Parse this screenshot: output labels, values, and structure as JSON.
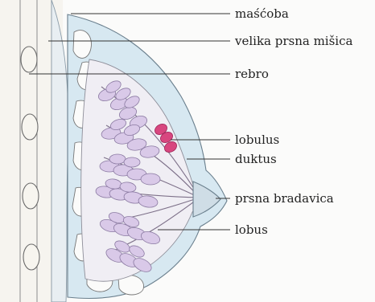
{
  "diagram": {
    "labels": {
      "mascoba": "maśćoba",
      "velika_prsna_misica": "velika prsna mišica",
      "rebro": "rebro",
      "lobulus": "lobulus",
      "duktus": "duktus",
      "prsna_bradavica": "prsna bradavica",
      "lobus": "lobus"
    }
  }
}
